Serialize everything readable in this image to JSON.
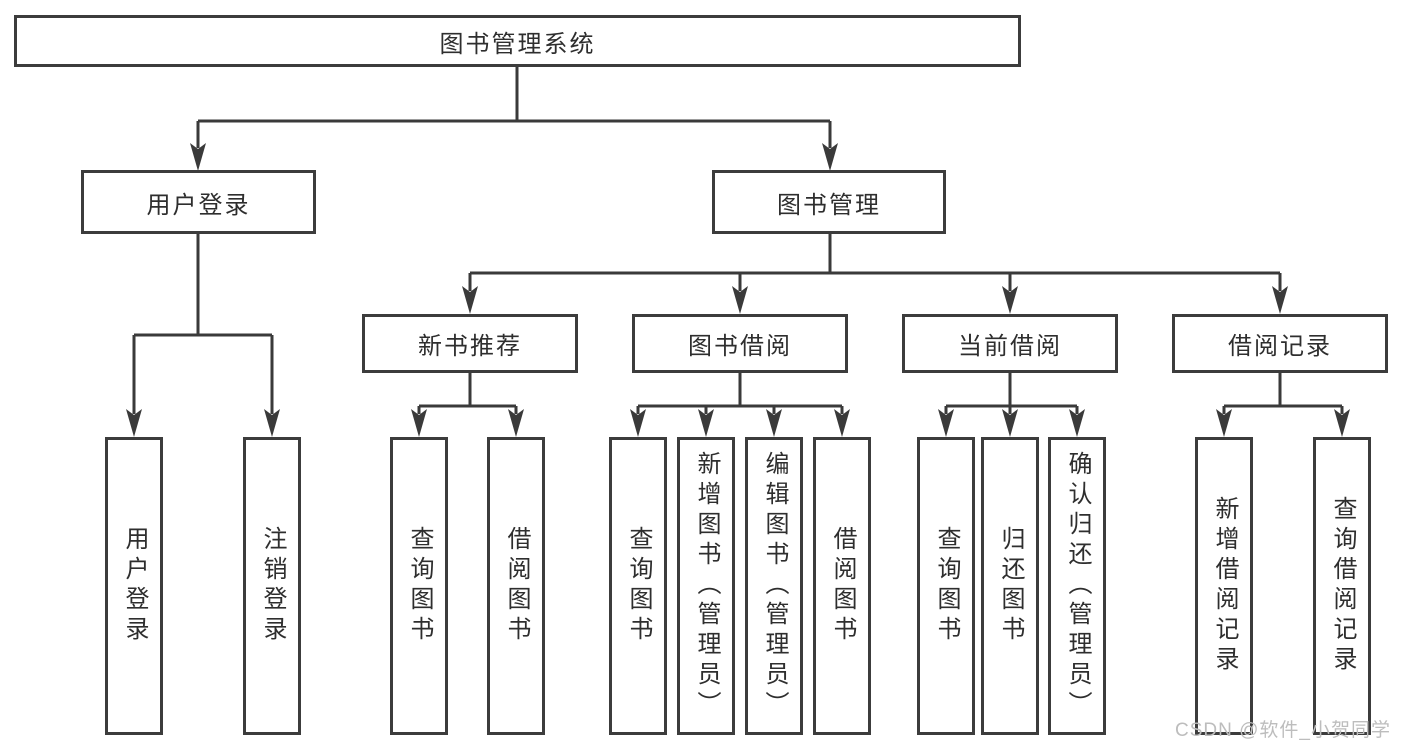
{
  "nodes": {
    "root": "图书管理系统",
    "user_login": "用户登录",
    "book_management": "图书管理",
    "new_book_recommend": "新书推荐",
    "book_borrowing": "图书借阅",
    "current_borrowing": "当前借阅",
    "borrowing_records": "借阅记录",
    "leaf_user_login": "用户登录",
    "leaf_logout_login": "注销登录",
    "leaf_query_books_a": "查询图书",
    "leaf_borrow_books_a": "借阅图书",
    "leaf_query_books_b": "查询图书",
    "leaf_add_books_admin": "新增图书（管理员）",
    "leaf_edit_books_admin": "编辑图书（管理员）",
    "leaf_borrow_books_b": "借阅图书",
    "leaf_query_books_c": "查询图书",
    "leaf_return_books": "归还图书",
    "leaf_confirm_return_admin": "确认归还（管理员）",
    "leaf_add_borrow_record": "新增借阅记录",
    "leaf_query_borrow_record": "查询借阅记录"
  },
  "watermark": "CSDN @软件_小贺同学",
  "colors": {
    "line": "#3a3a3a",
    "box_border": "#3c3c3c",
    "text": "#2e2e2e",
    "watermark": "#bdbdbd",
    "background": "#ffffff"
  }
}
